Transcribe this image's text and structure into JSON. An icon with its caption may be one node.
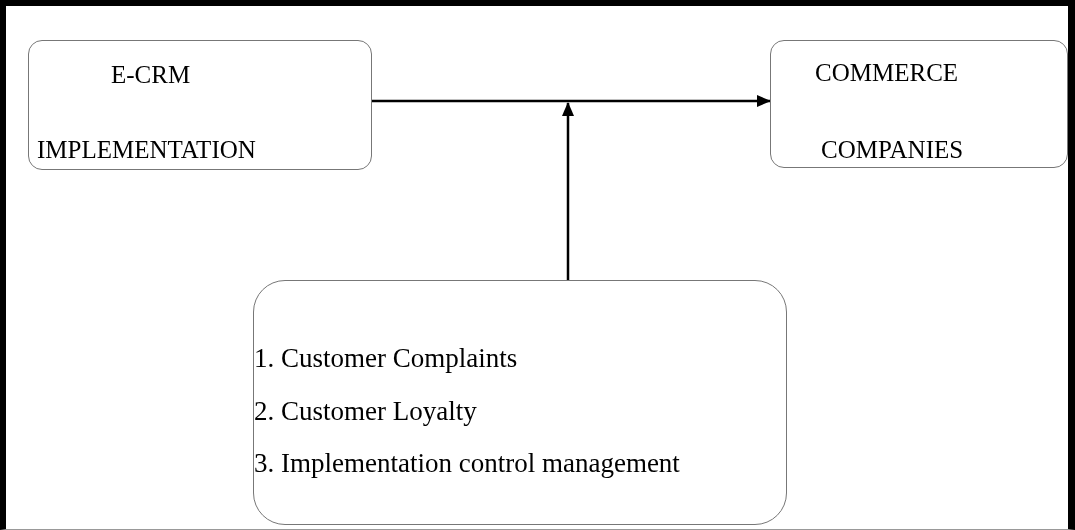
{
  "diagram": {
    "nodes": [
      {
        "text": [
          "E-CRM",
          "IMPLEMENTATION"
        ]
      },
      {
        "text": [
          "COMMERCE",
          "COMPANIES"
        ]
      },
      {
        "text": [
          "1. Customer Complaints",
          "2. Customer Loyalty",
          "3. Implementation control management"
        ]
      }
    ],
    "edges": [
      {
        "from": 0,
        "to": 1,
        "arrow": "to"
      },
      {
        "from": 2,
        "to": null,
        "arrow": "to"
      }
    ]
  }
}
